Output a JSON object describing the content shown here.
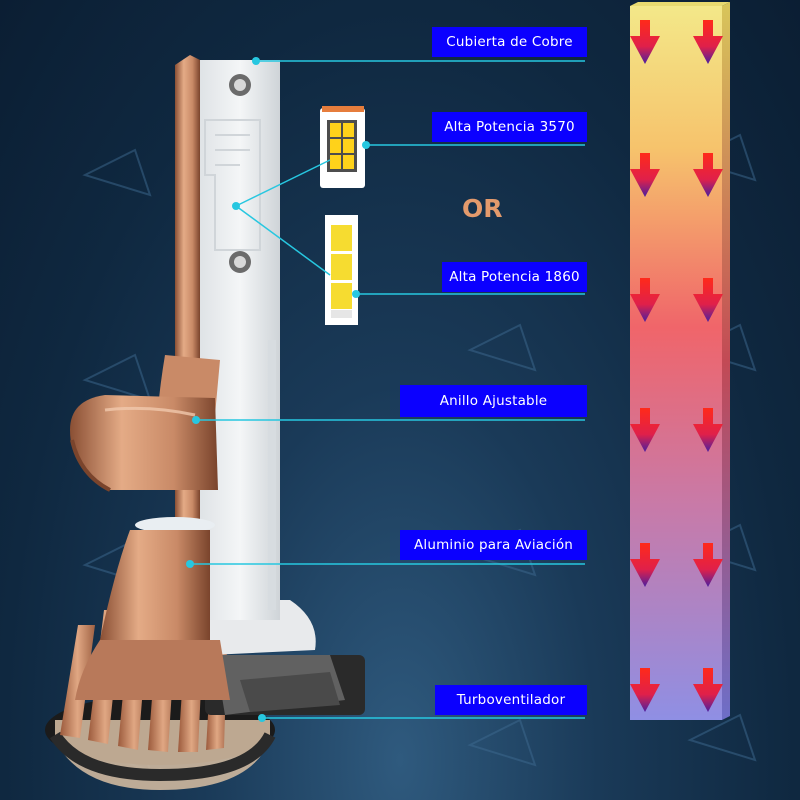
{
  "labels": {
    "copper_cover": "Cubierta de Cobre",
    "high_power_3570": "Alta Potencia 3570",
    "high_power_1860": "Alta Potencia 1860",
    "adjustable_ring": "Anillo Ajustable",
    "aviation_aluminum": "Aluminio para Aviación",
    "turbo_fan": "Turboventilador"
  },
  "or_text": "OR",
  "colors": {
    "label_background": "#0b00ff",
    "label_text": "#ffffff",
    "leader_line": "#27c7e0",
    "copper": "#c98a67",
    "or_text": "#e39a6c"
  },
  "heat_bar": {
    "arrow_direction": "down",
    "gradient_top": "#f3e889",
    "gradient_middle": "#f0656a",
    "gradient_bottom": "#8f8fe4"
  }
}
